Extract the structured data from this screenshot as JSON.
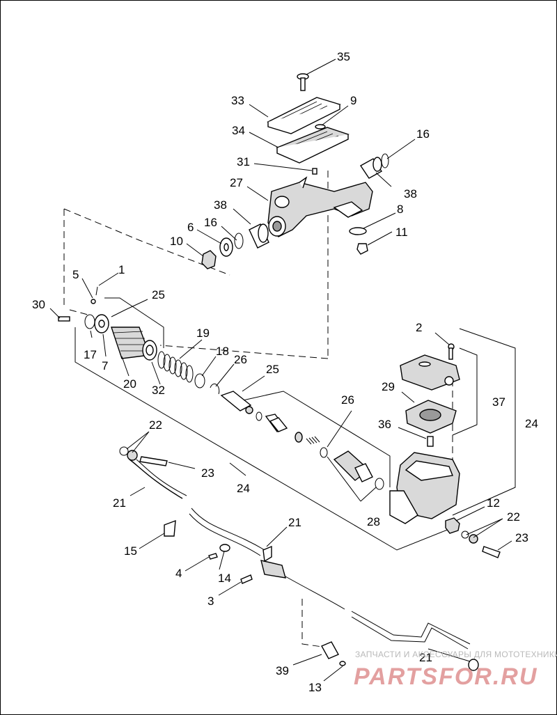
{
  "callouts": {
    "c35": "35",
    "c33": "33",
    "c9": "9",
    "c34": "34",
    "c16a": "16",
    "c31": "31",
    "c38a": "38",
    "c27": "27",
    "c38b": "38",
    "c16b": "16",
    "c6": "6",
    "c10": "10",
    "c8": "8",
    "c11": "11",
    "c5": "5",
    "c1": "1",
    "c25a": "25",
    "c30": "30",
    "c19": "19",
    "c18": "18",
    "c26a": "26",
    "c25b": "25",
    "c17": "17",
    "c7": "7",
    "c20": "20",
    "c32": "32",
    "c2": "2",
    "c29": "29",
    "c37": "37",
    "c36": "36",
    "c24a": "24",
    "c26b": "26",
    "c22a": "22",
    "c23a": "23",
    "c24b": "24",
    "c21a": "21",
    "c28": "28",
    "c12": "12",
    "c22b": "22",
    "c23b": "23",
    "c21b": "21",
    "c15": "15",
    "c4": "4",
    "c14": "14",
    "c3": "3",
    "c21c": "21",
    "c39": "39",
    "c13": "13"
  },
  "watermark": {
    "tagline": "ЗАПЧАСТИ И АКСЕССУАРЫ ДЛЯ МОТОТЕХНИКИ",
    "brand": "PARTSFOR.RU"
  },
  "colors": {
    "line": "#000000",
    "background": "#ffffff",
    "watermark_brand": "#e3a0a0",
    "watermark_text": "#b9b9b9"
  }
}
